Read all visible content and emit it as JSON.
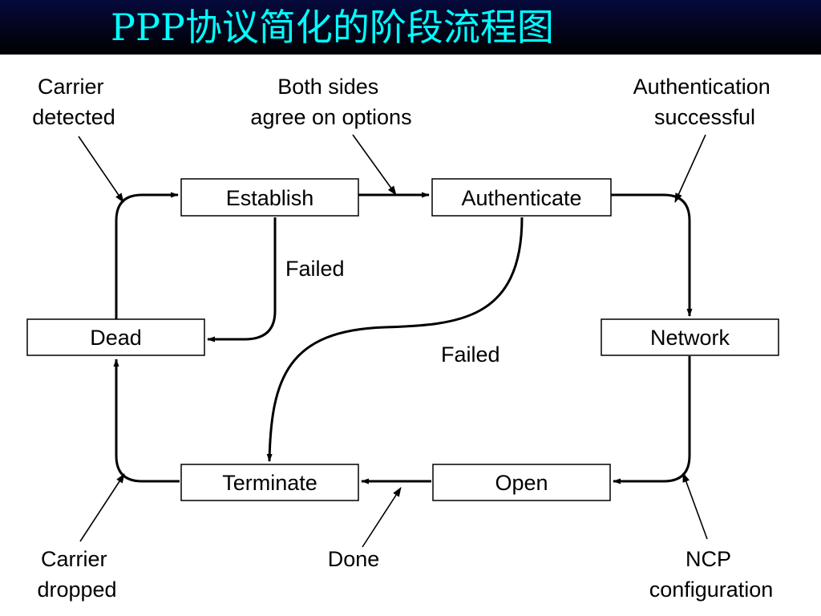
{
  "title": "PPP协议简化的阶段流程图",
  "states": {
    "establish": "Establish",
    "authenticate": "Authenticate",
    "dead": "Dead",
    "network": "Network",
    "terminate": "Terminate",
    "open": "Open"
  },
  "annotations": {
    "carrier_detected": [
      "Carrier",
      "detected"
    ],
    "both_sides_agree": [
      "Both sides",
      "agree on options"
    ],
    "authentication_successful": [
      "Authentication",
      "successful"
    ],
    "failed_establish": "Failed",
    "failed_authenticate": "Failed",
    "carrier_dropped": [
      "Carrier",
      "dropped"
    ],
    "done": "Done",
    "ncp_configuration": [
      "NCP",
      "configuration"
    ]
  }
}
